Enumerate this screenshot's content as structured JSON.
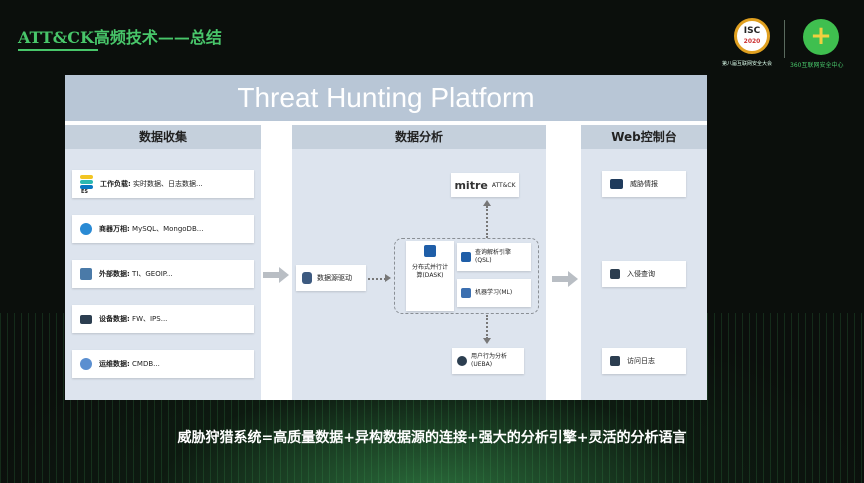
{
  "slide": {
    "title": "ATT&CK高频技术——总结",
    "subtitle": "威胁狩猎系统=高质量数据+异构数据源的连接+强大的分析引擎+灵活的分析语言"
  },
  "logos": {
    "isc_text": "ISC",
    "isc_year": "2020",
    "isc_caption": "第八届互联网安全大会",
    "brand_caption": "360互联网安全中心"
  },
  "platform": {
    "title": "Threat Hunting Platform",
    "columns": {
      "collect": "数据收集",
      "analyze": "数据分析",
      "web": "Web控制台"
    },
    "collect_items": [
      {
        "bold": "工作负载:",
        "text": " 实时数据、日志数据..."
      },
      {
        "bold": "商器万相:",
        "text": " MySQL、MongoDB..."
      },
      {
        "bold": "外部数据:",
        "text": " TI、GEOIP..."
      },
      {
        "bold": "设备数据:",
        "text": " FW、IPS..."
      },
      {
        "bold": "运维数据:",
        "text": " CMDB..."
      }
    ],
    "es_label": "ES",
    "source_driver": "数据源驱动",
    "mitre": "mitre",
    "attck": "ATT&CK",
    "dask": "分布式并行计算(DASK)",
    "qsl": "查询解析引擎(QSL)",
    "ml": "机器学习(ML)",
    "ueba": "用户行为分析(UEBA)",
    "web_items": [
      "威胁情报",
      "入侵查询",
      "访问日志"
    ]
  },
  "colors": {
    "accent": "#48c66a",
    "header": "#b8c6d6",
    "column_bg": "#dde4ee"
  },
  "icons": [
    "es-icon",
    "db-icon",
    "external-icon",
    "device-icon",
    "ops-icon",
    "datasource-icon",
    "dask-icon",
    "qsl-icon",
    "ml-icon",
    "ueba-icon",
    "threat-intel-icon",
    "intrusion-icon",
    "access-log-icon"
  ]
}
